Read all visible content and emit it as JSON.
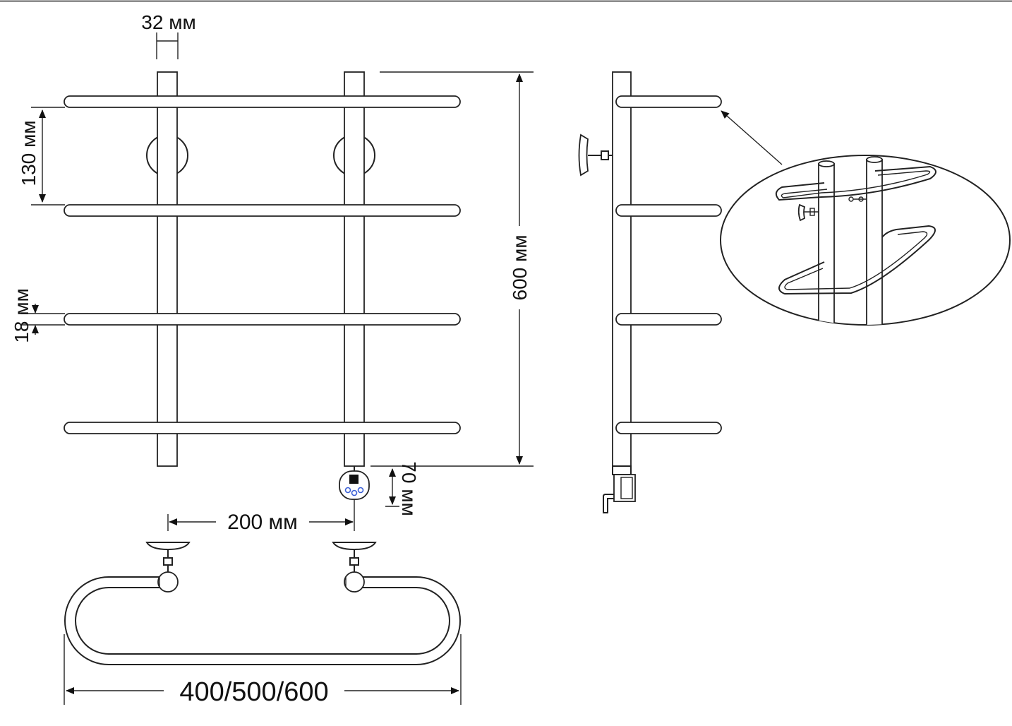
{
  "dimensions": {
    "pipe_diameter": "32 мм",
    "bar_spacing": "130 мм",
    "height": "600 мм",
    "bar_diameter": "18 мм",
    "heater_offset": "70 мм",
    "axis_distance": "200 мм",
    "width_options": "400/500/600"
  },
  "colors": {
    "line": "#222222",
    "background": "#ffffff",
    "heater_indicator": "#111111",
    "heater_buttons": "#3a5fd6"
  },
  "icons": [
    "heater-control-icon",
    "wall-mount-icon",
    "detail-callout-icon"
  ]
}
